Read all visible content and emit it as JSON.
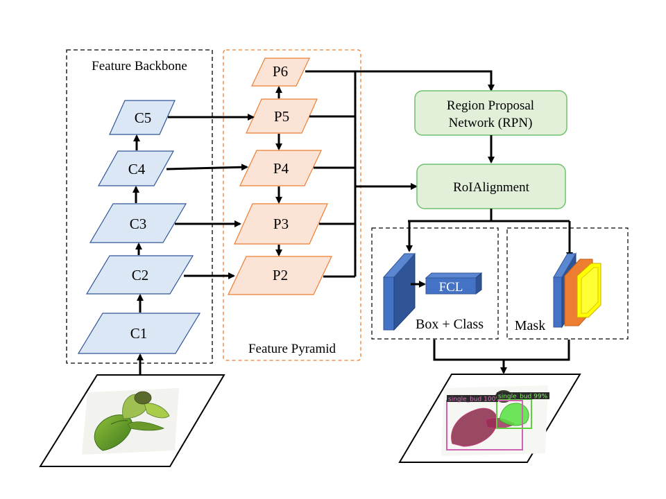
{
  "regions": {
    "backbone_title": "Feature Backbone",
    "pyramid_title": "Feature Pyramid"
  },
  "backbone": [
    "C1",
    "C2",
    "C3",
    "C4",
    "C5"
  ],
  "pyramid": [
    "P2",
    "P3",
    "P4",
    "P5",
    "P6"
  ],
  "rpn": {
    "line1": "Region Proposal",
    "line2": "Network (RPN)"
  },
  "roi": {
    "label": "RoIAlignment"
  },
  "heads": {
    "fcl": "FCL",
    "box_class": "Box + Class",
    "mask": "Mask"
  },
  "detections": [
    {
      "label": "single_bud 100%"
    },
    {
      "label": "single_bud 99%"
    }
  ],
  "colors": {
    "backbone_fill": "#dbe7f5",
    "backbone_stroke": "#2f5597",
    "pyramid_fill": "#fbe3d6",
    "pyramid_stroke": "#ed7d31",
    "roi_fill": "#e2f0d9",
    "roi_stroke": "#70c070",
    "head_blue": "#4472c4",
    "mask_orange": "#ed7d31",
    "mask_yellow": "#ffff00"
  }
}
